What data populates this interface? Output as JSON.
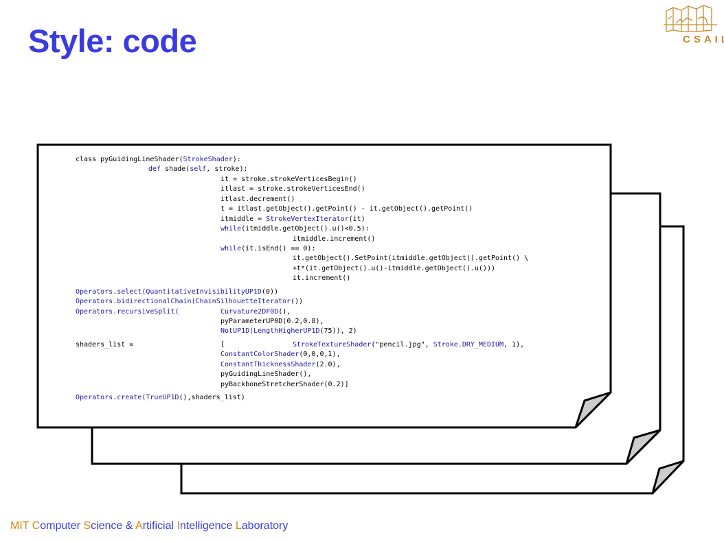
{
  "title": "Style: code",
  "logo": {
    "text": "CSAIL"
  },
  "colors": {
    "title": "#3b3be0",
    "code_default": "#000000",
    "code_keyword": "#1a1aa6",
    "logo": "#c98a2e",
    "footer_initial": "#d4880f",
    "footer_rest": "#3a3ae0"
  },
  "code": {
    "lines": [
      {
        "indent": 0,
        "segments": [
          {
            "text": "class pyGuidingLineShader(",
            "kw": false
          },
          {
            "text": "StrokeShader",
            "kw": true
          },
          {
            "text": "):",
            "kw": false
          }
        ]
      },
      {
        "indent": 1,
        "segments": [
          {
            "text": "def",
            "kw": true
          },
          {
            "text": " shade(",
            "kw": false
          },
          {
            "text": "self",
            "kw": true
          },
          {
            "text": ", stroke):",
            "kw": false
          }
        ]
      },
      {
        "indent": 2,
        "segments": [
          {
            "text": "it = stroke.strokeVerticesBegin()",
            "kw": false
          }
        ]
      },
      {
        "indent": 2,
        "segments": [
          {
            "text": "itlast = stroke.strokeVerticesEnd()",
            "kw": false
          }
        ]
      },
      {
        "indent": 2,
        "segments": [
          {
            "text": "itlast.decrement()",
            "kw": false
          }
        ]
      },
      {
        "indent": 2,
        "segments": [
          {
            "text": "t = itlast.getObject().getPoint() - it.getObject().getPoint()",
            "kw": false
          }
        ]
      },
      {
        "indent": 2,
        "segments": [
          {
            "text": "itmiddle = ",
            "kw": false
          },
          {
            "text": "StrokeVertexIterator",
            "kw": true
          },
          {
            "text": "(it)",
            "kw": false
          }
        ]
      },
      {
        "indent": 2,
        "segments": [
          {
            "text": "while",
            "kw": true
          },
          {
            "text": "(itmiddle.getObject().u()<0.5):",
            "kw": false
          }
        ]
      },
      {
        "indent": 3,
        "segments": [
          {
            "text": "itmiddle.increment()",
            "kw": false
          }
        ]
      },
      {
        "indent": 2,
        "segments": [
          {
            "text": "while",
            "kw": true
          },
          {
            "text": "(it.isEnd() == 0):",
            "kw": false
          }
        ]
      },
      {
        "indent": 3,
        "segments": [
          {
            "text": "it.getObject().SetPoint(itmiddle.getObject().getPoint() \\",
            "kw": false
          }
        ]
      },
      {
        "indent": 3,
        "segments": [
          {
            "text": "+t*(it.getObject().u()-itmiddle.getObject().u()))",
            "kw": false
          }
        ]
      },
      {
        "indent": 3,
        "segments": [
          {
            "text": "it.increment()",
            "kw": false
          }
        ]
      },
      {
        "indent": 0,
        "gap": true,
        "segments": [
          {
            "text": "Operators.select(",
            "kw": true
          },
          {
            "text": "QuantitativeInvisibilityUP1D",
            "kw": true
          },
          {
            "text": "(0))",
            "kw": false
          }
        ]
      },
      {
        "indent": 0,
        "segments": [
          {
            "text": "Operators.bidirectionalChain(",
            "kw": true
          },
          {
            "text": "ChainSilhouetteIterator",
            "kw": true
          },
          {
            "text": "())",
            "kw": false
          }
        ]
      },
      {
        "indent": 0,
        "segments": [
          {
            "text": "Operators.recursiveSplit(",
            "kw": true
          },
          {
            "text": "Curvature2DF0D",
            "kw": true,
            "col": 2
          },
          {
            "text": "(),",
            "kw": false
          }
        ]
      },
      {
        "indent": 2,
        "segments": [
          {
            "text": "pyParameterUP0D(0.2,0.8),",
            "kw": false
          }
        ]
      },
      {
        "indent": 2,
        "segments": [
          {
            "text": "NotUP1D(",
            "kw": true
          },
          {
            "text": "LengthHigherUP1D",
            "kw": true
          },
          {
            "text": "(75)), 2)",
            "kw": false
          }
        ]
      },
      {
        "indent": 0,
        "gap": true,
        "segments": [
          {
            "text": "shaders_list =",
            "kw": false
          },
          {
            "text": "[",
            "kw": false,
            "col": 2
          },
          {
            "text": "StrokeTextureShader",
            "kw": true,
            "col": 3
          },
          {
            "text": "(\"pencil.jpg\", ",
            "kw": false
          },
          {
            "text": "Stroke.DRY_MEDIUM",
            "kw": true
          },
          {
            "text": ", 1),",
            "kw": false
          }
        ]
      },
      {
        "indent": 2,
        "segments": [
          {
            "text": "ConstantColorShader",
            "kw": true
          },
          {
            "text": "(0,0,0,1),",
            "kw": false
          }
        ]
      },
      {
        "indent": 2,
        "segments": [
          {
            "text": "ConstantThicknessShader",
            "kw": true
          },
          {
            "text": "(2.0),",
            "kw": false
          }
        ]
      },
      {
        "indent": 2,
        "segments": [
          {
            "text": "pyGuidingLineShader(),",
            "kw": false
          }
        ]
      },
      {
        "indent": 2,
        "segments": [
          {
            "text": "pyBackboneStretcherShader(0.2)]",
            "kw": false
          }
        ]
      },
      {
        "indent": 0,
        "gap": true,
        "segments": [
          {
            "text": "Operators.create(",
            "kw": true
          },
          {
            "text": "TrueUP1D",
            "kw": true
          },
          {
            "text": "(),shaders_list)",
            "kw": false
          }
        ]
      }
    ]
  },
  "footer": {
    "words": [
      {
        "initial": "MIT ",
        "rest": ""
      },
      {
        "initial": "C",
        "rest": "omputer "
      },
      {
        "initial": "S",
        "rest": "cience & "
      },
      {
        "initial": "A",
        "rest": "rtificial "
      },
      {
        "initial": "I",
        "rest": "ntelligence "
      },
      {
        "initial": "L",
        "rest": "aboratory"
      }
    ]
  }
}
